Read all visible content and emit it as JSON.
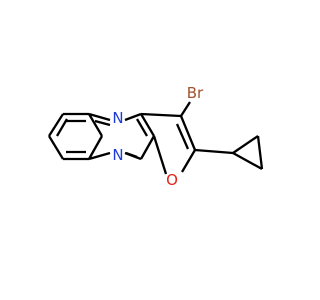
{
  "atoms": {
    "bromine": {
      "symbol": "Br",
      "color": "#a0522d"
    },
    "nitrogen_top": {
      "symbol": "N",
      "color": "#1f3bd8"
    },
    "nitrogen_bottom": {
      "symbol": "N",
      "color": "#1f3bd8"
    },
    "oxygen": {
      "symbol": "O",
      "color": "#e2231a"
    }
  },
  "colors": {
    "bond": "#000000",
    "background": "#ffffff"
  }
}
